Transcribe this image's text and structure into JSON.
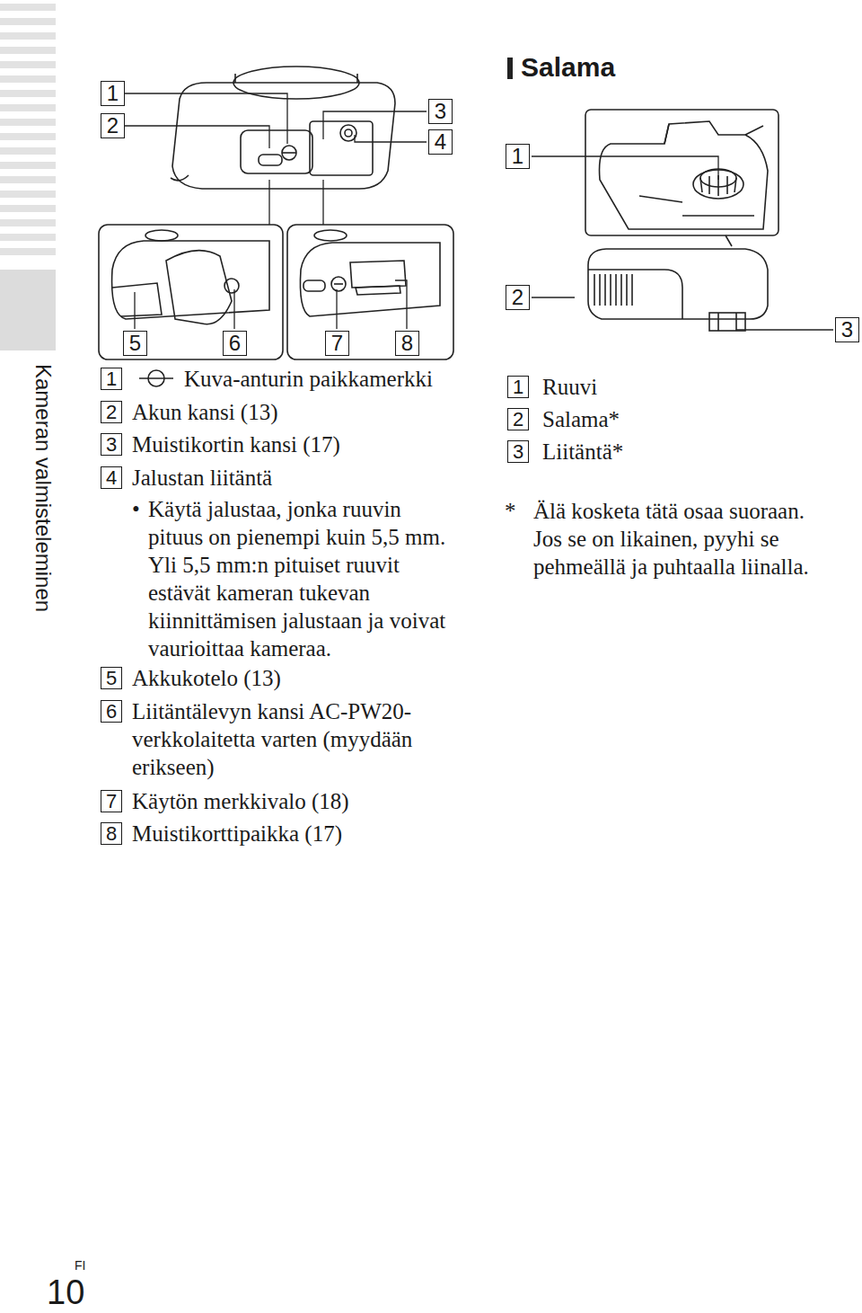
{
  "diagram": {
    "title": "Salama",
    "labels": [
      "1",
      "2",
      "3",
      "4",
      "5",
      "6",
      "7",
      "8",
      "1",
      "Kuva-anturin paikkamerkki",
      "2",
      "Akun kansi (13)",
      "3",
      "Muistikortin kansi (17)",
      "4",
      "Jalustan liitäntä",
      "•",
      "Käytä jalustaa, jonka ruuvin pituus on pienempi kuin 5,5 mm. Yli 5,5 mm:n pituiset ruuvit estävät kameran tukevan kiinnittämisen jalustaan ja voivat vaurioittaa kameraa.",
      "5",
      "Akkukotelo (13)",
      "6",
      "Liitäntälevyn kansi AC-PW20-verkkolaitetta varten (myydään erikseen)",
      "7",
      "Käytön merkkivalo (18)",
      "8",
      "Muistikorttipaikka (17)",
      "1",
      "2",
      "3",
      "1",
      "Ruuvi",
      "2",
      "Salama*",
      "3",
      "Liitäntä*",
      "*",
      "Älä kosketa tätä osaa suoraan. Jos se on likainen, pyyhi se pehmeällä ja puhtaalla liinalla.",
      "Kameran valmisteleminen",
      "FI",
      "10"
    ]
  }
}
